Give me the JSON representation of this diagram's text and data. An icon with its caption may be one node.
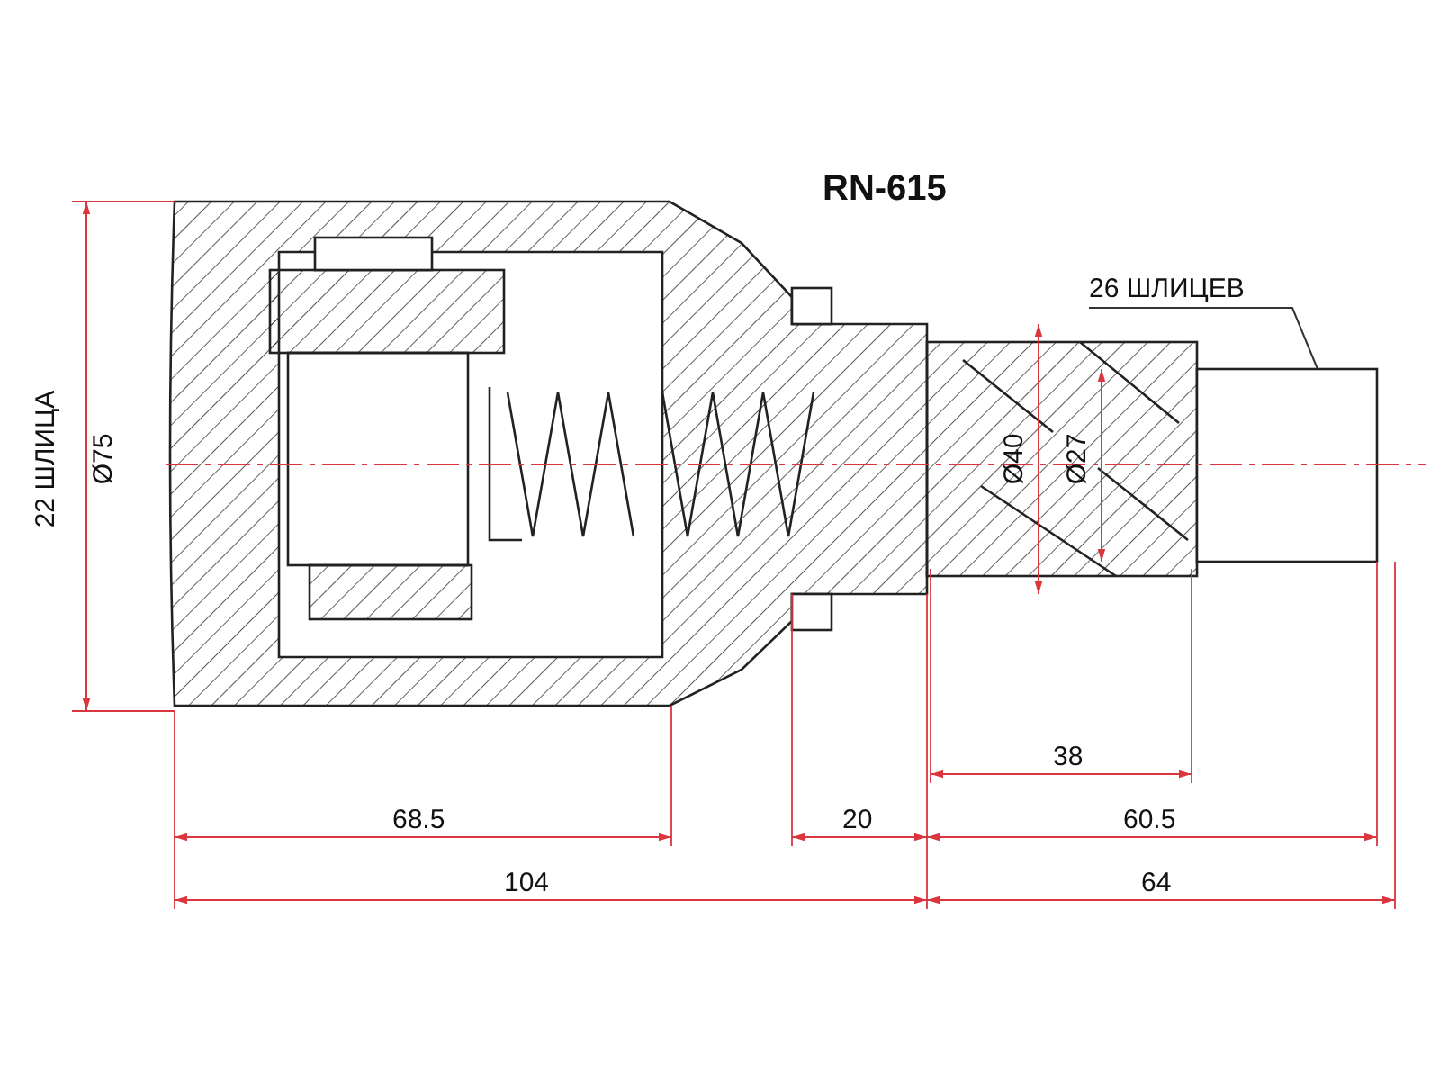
{
  "diagram": {
    "nodes": [
      {
        "text": [
          "26 ШЛИЦЕВ"
        ]
      },
      {
        "text": [],
        "shape": "picture"
      }
    ],
    "edges": [
      {
        "from": 0,
        "to": 1,
        "arrow": "none"
      }
    ],
    "labels": [
      "RN-615",
      "22 ШЛИЦА",
      "Ø75",
      "Ø40",
      "Ø27",
      "38",
      "68.5",
      "20",
      "60.5",
      "104",
      "64"
    ]
  }
}
